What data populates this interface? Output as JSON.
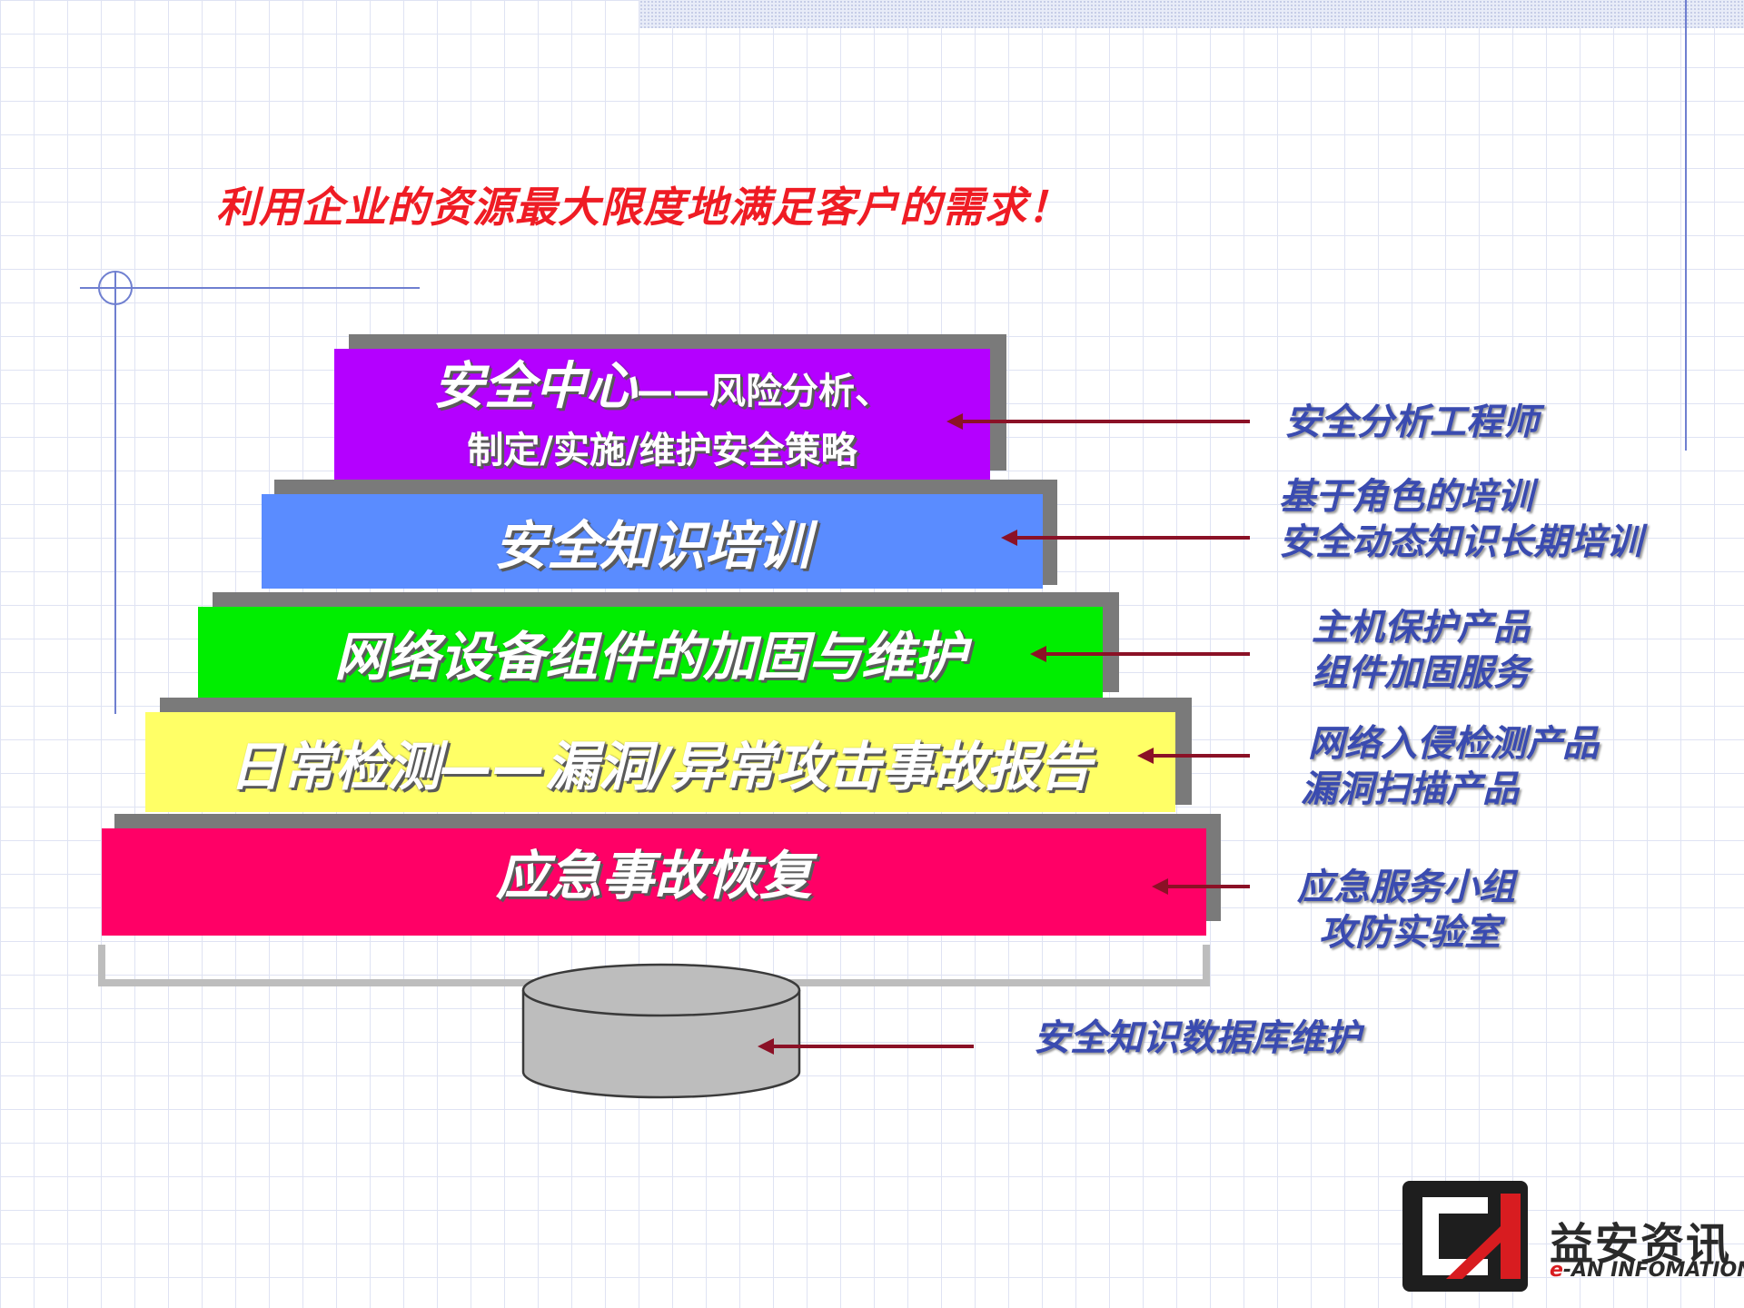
{
  "slogan": "利用企业的资源最大限度地满足客户的需求！",
  "layers": [
    {
      "line1_big": "安全中心",
      "line1_small": "——风险分析、",
      "line2": "制定/实施/维护安全策略",
      "color": "#b400ff"
    },
    {
      "label": "安全知识培训",
      "color": "#5a8cff"
    },
    {
      "label": "网络设备组件的加固与维护",
      "color": "#00ee00"
    },
    {
      "label": "日常检测——漏洞/异常攻击事故报告",
      "color": "#ffff66"
    },
    {
      "label": "应急事故恢复",
      "color": "#ff0066"
    }
  ],
  "roles": [
    [
      "安全分析工程师"
    ],
    [
      "基于角色的培训",
      "安全动态知识长期培训"
    ],
    [
      "主机保护产品",
      "组件加固服务"
    ],
    [
      "网络入侵检测产品",
      "漏洞扫描产品"
    ],
    [
      "应急服务小组",
      "攻防实验室"
    ]
  ],
  "database": {
    "label": "安全知识数据库维护",
    "color": "#bdbdbd"
  },
  "logo": {
    "mark": "e-an-logo-icon",
    "name": "益安资讯",
    "sub_prefix": "e",
    "sub_rest": "-AN INFOMATION"
  },
  "colors": {
    "arrow": "#8b1126",
    "role_text": "#3a4bb0",
    "slogan": "#ef1c24"
  }
}
